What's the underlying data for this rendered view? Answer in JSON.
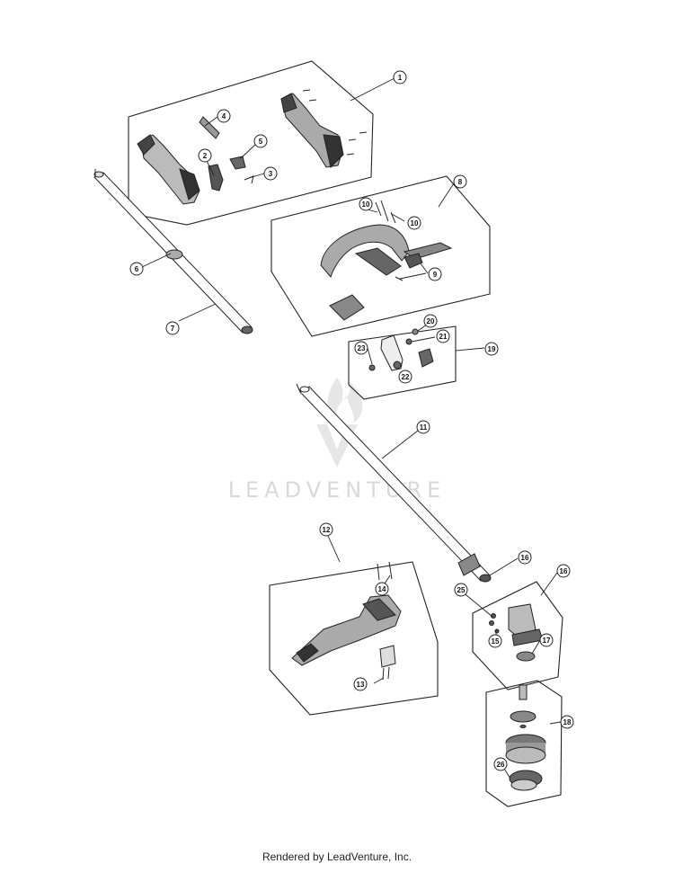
{
  "watermark": {
    "text": "LEADVENTURE"
  },
  "footer": {
    "text": "Rendered by LeadVenture, Inc."
  },
  "callouts": {
    "c1": "1",
    "c2": "2",
    "c3": "3",
    "c4": "4",
    "c5": "5",
    "c6": "6",
    "c7": "7",
    "c8": "8",
    "c9": "9",
    "c10a": "10",
    "c10b": "10",
    "c11": "11",
    "c12": "12",
    "c13": "13",
    "c14": "14",
    "c15": "15",
    "c16a": "16",
    "c16b": "16",
    "c17": "17",
    "c18": "18",
    "c19": "19",
    "c20": "20",
    "c21": "21",
    "c22": "22",
    "c23": "23",
    "c25": "25",
    "c26": "26"
  }
}
